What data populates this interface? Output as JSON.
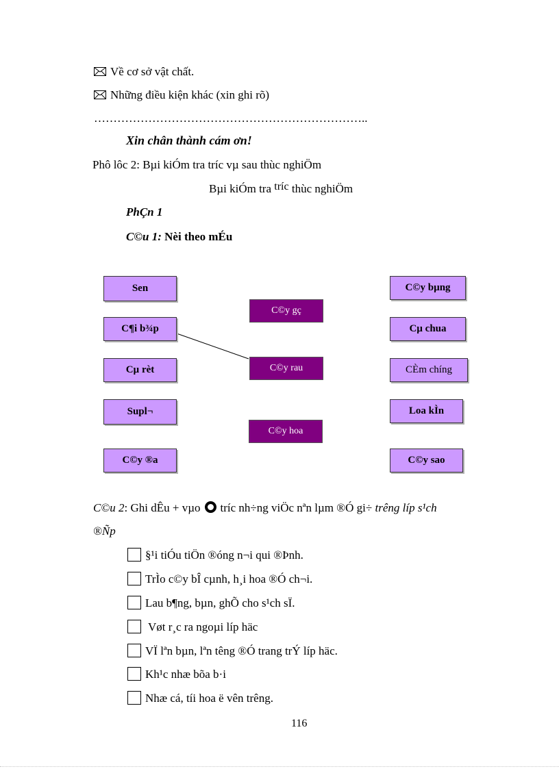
{
  "options": {
    "facilities": "Về cơ sở vật chất.",
    "other": "Những điều kiện khác (xin ghi rõ)"
  },
  "dotted_line": "……………………………………………………………..",
  "thanks": "Xin chân thành cám ơn!",
  "appendix_title": "Phô lôc 2: Bµi kiÓm tra tr­íc   vµ sau thùc nghiÖm",
  "test_title": {
    "part1": "Bµi kiÓm tra",
    "tric": "tr­íc",
    "part2": "thùc nghiÖm"
  },
  "section": "PhÇn 1",
  "q1": {
    "label": "C©u 1:",
    "text": "Nèi theo mÉu"
  },
  "left_boxes": [
    "Sen",
    "C¶i b¾p",
    "Cµ rèt",
    "Supl¬",
    "C©y ®a"
  ],
  "center_boxes": [
    "C©y gç",
    "C©y rau",
    "C©y hoa"
  ],
  "right_boxes": [
    "C©y bµng",
    "Cµ chua",
    "CÈm chíng",
    "Loa kÌn",
    "C©y sao"
  ],
  "q2": {
    "label": "C©u 2",
    "text_a": ": Ghi dÊu + vµo",
    "text_b": "tr­íc  nh÷ng viÖc nªn lµm ®Ó gi÷",
    "text_italic": "trêng  líp s¹ch",
    "text_cont": "®Ñp"
  },
  "checklist": [
    "§¹i tiÓu tiÖn ®óng n¬i qui ®Þnh.",
    "TrÌo c©y bÎ cµnh, h¸i hoa ®Ó ch¬i.",
    "Lau b¶ng, bµn, ghÕ cho s¹ch sÏ.",
    " Vøt r¸c ra ngoµi líp häc",
    "VÏ lªn bµn, lªn têng  ®Ó trang trÝ líp häc.",
    "Kh¹c nhæ bõa b·i",
    "Nhæ cá, tíi  hoa ë vên  trêng."
  ],
  "page_number": "116"
}
